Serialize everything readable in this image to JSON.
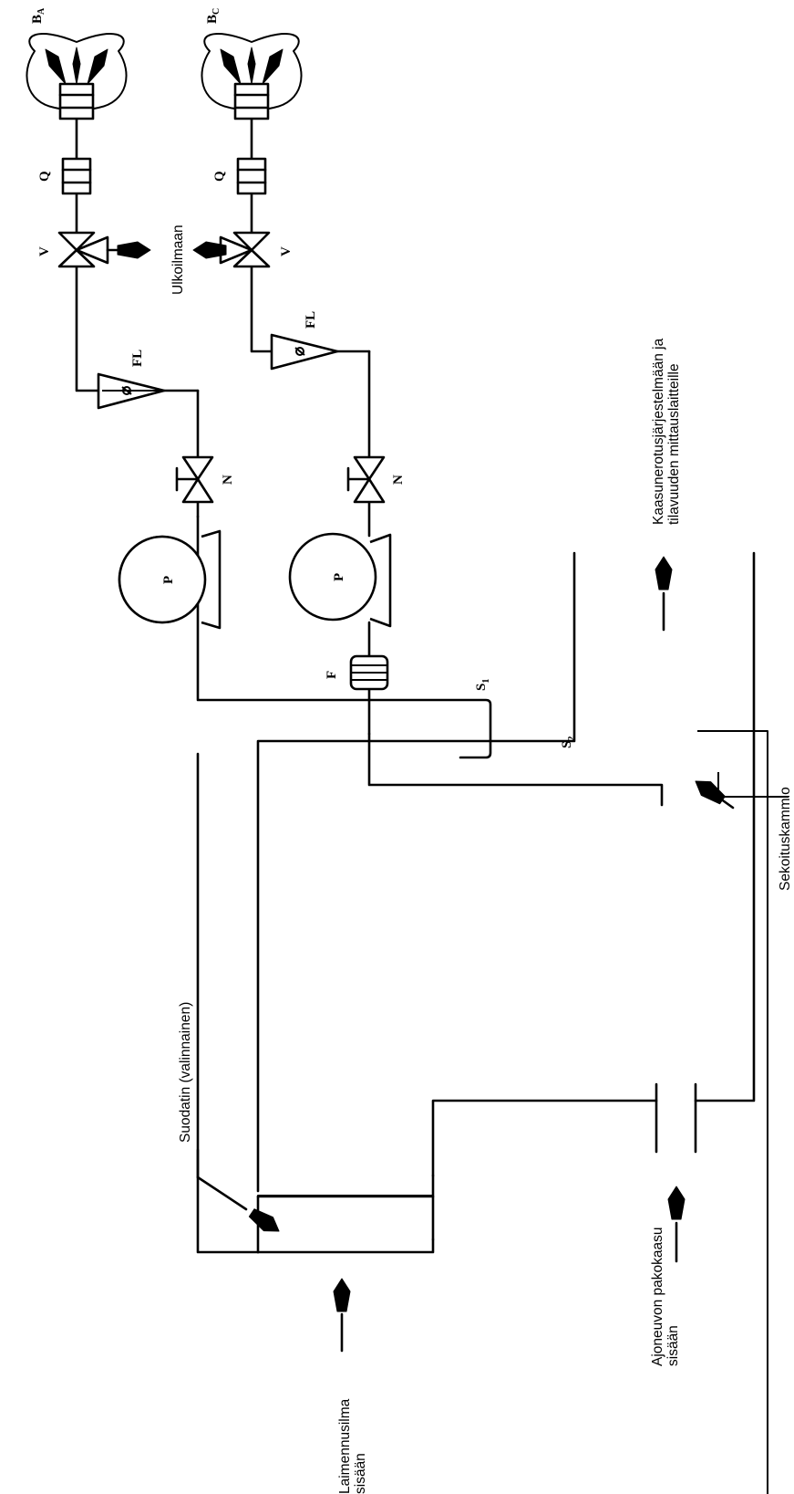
{
  "labels": {
    "dilution_air_in_1": "Laimennusilma",
    "dilution_air_in_2": "sisään",
    "exhaust_in_1": "Ajoneuvon pakokaasu",
    "exhaust_in_2": "sisään",
    "filter_optional": "Suodatin (valinnainen)",
    "mixing_chamber": "Sekoituskammio",
    "to_system_1": "Kaasunerotusjärjestelmään ja",
    "to_system_2": "tilavuuden mittauslaitteille",
    "to_outside": "Ulkoilmaan"
  },
  "symbols": {
    "S1_main": "S",
    "S1_sub": "1",
    "S2_main": "S",
    "S2_sub": "2",
    "F": "F",
    "P1": "P",
    "P2": "P",
    "N1": "N",
    "N2": "N",
    "FL1": "FL",
    "FL2": "FL",
    "V1": "V",
    "V2": "V",
    "Q1": "Q",
    "Q2": "Q",
    "BA_main": "B",
    "BA_sub": "A",
    "BC_main": "B",
    "BC_sub": "C"
  }
}
